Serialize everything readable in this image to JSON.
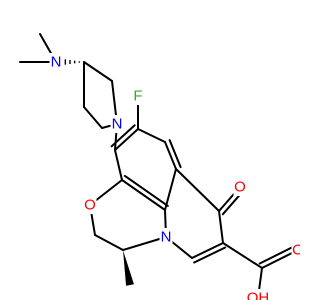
{
  "colors": {
    "bond": "#000000",
    "N": "#0000ff",
    "O": "#ff0000",
    "F": "#33aa33",
    "C": "#000000",
    "background": "#ffffff"
  },
  "atom_labels": {
    "n_dimethylamino": "N",
    "n_pyrrolidine": "N",
    "n_ring": "N",
    "o_ether": "O",
    "o_ketone": "O",
    "o_carbonyl": "O",
    "o_hydroxyl": "OH",
    "f": "F"
  }
}
